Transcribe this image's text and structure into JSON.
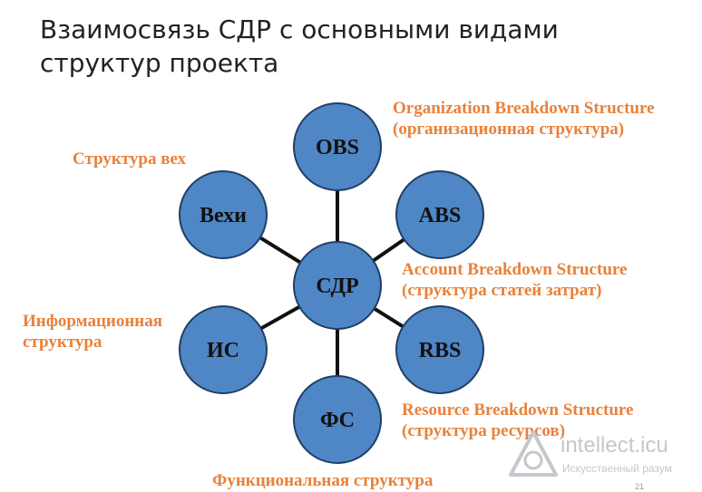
{
  "slide": {
    "title_line1": "Взаимосвязь СДР с основными видами",
    "title_line2": "структур проекта",
    "page_number": "21"
  },
  "diagram": {
    "center": "СДР",
    "nodes": {
      "obs": "OBS",
      "abs": "ABS",
      "rbs": "RBS",
      "fs": "ФС",
      "is": "ИС",
      "vehi": "Вехи"
    },
    "annotations": {
      "obs_line1": "Organization Breakdown Structure",
      "obs_line2": "(организационная структура)",
      "abs_line1": "Account Breakdown Structure",
      "abs_line2": "(структура статей затрат)",
      "rbs_line1": "Resource Breakdown Structure",
      "rbs_line2": "(структура ресурсов)",
      "fs": "Функциональная структура",
      "is_line1": "Информационная",
      "is_line2": "структура",
      "vehi": "Структура вех"
    },
    "colors": {
      "node_fill": "#4f86c6",
      "node_stroke": "#1f3f66",
      "connector": "#111111",
      "annotation": "#e8813a"
    }
  },
  "watermark": {
    "name": "intellect.icu",
    "tagline": "Искусственный разум"
  }
}
